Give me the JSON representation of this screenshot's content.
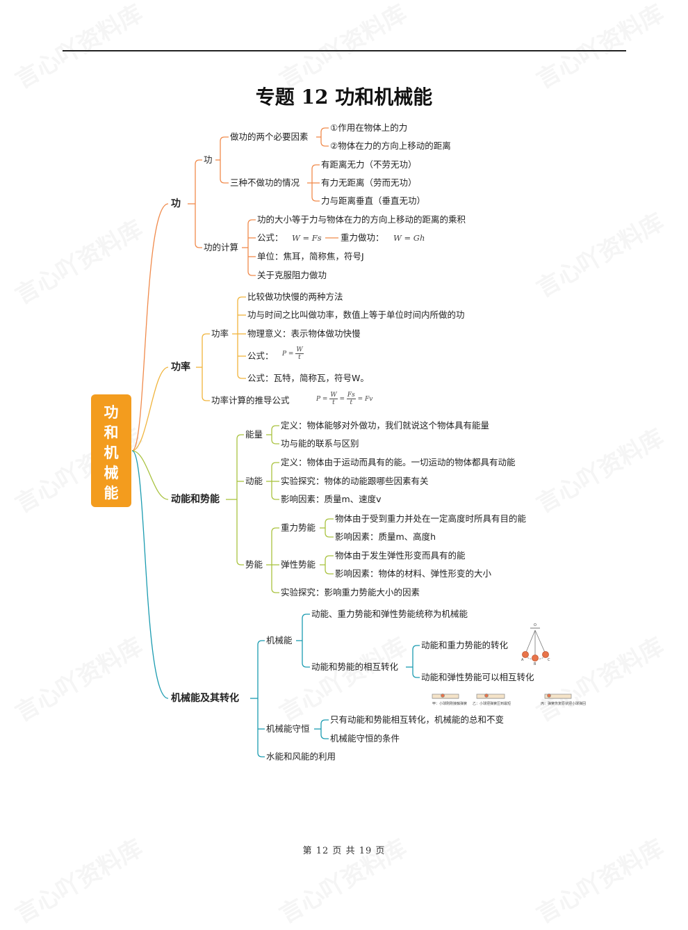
{
  "page_title": "专题 12  功和机械能",
  "root": [
    "功",
    "和",
    "机",
    "械",
    "能"
  ],
  "sec1": {
    "label": "功",
    "gong": "功",
    "two_factors": "做功的两个必要因素",
    "factor1": "①作用在物体上的力",
    "factor2": "②物体在力的方向上移动的距离",
    "three_cases": "三种不做功的情况",
    "case1": "有距离无力（不劳无功）",
    "case2": "有力无距离（劳而无功）",
    "case3": "力与距离垂直（垂直无功）",
    "calc": "功的计算",
    "calc1": "功的大小等于力与物体在力的方向上移动的距离的乘积",
    "formula_label": "公式：",
    "formula": "W = Fs",
    "gravity_label": "重力做功：",
    "gravity_formula": "W = Gh",
    "unit": "单位：焦耳，简称焦，符号J",
    "resist": "关于克服阻力做功"
  },
  "sec2": {
    "label": "功率",
    "power": "功率",
    "p1": "比较做功快慢的两种方法",
    "p2": "功与时间之比叫做功率，数值上等于单位时间内所做的功",
    "p3": "物理意义：表示物体做功快慢",
    "p4_label": "公式：",
    "p4_lhs": "P =",
    "p4_num": "W",
    "p4_den": "t",
    "p5": "公式：瓦特，简称瓦，符号W。",
    "derive": "功率计算的推导公式",
    "d_lhs": "P =",
    "d_n1": "W",
    "d_d1": "t",
    "d_eq": "=",
    "d_n2": "Fs",
    "d_d2": "t",
    "d_rhs": "= Fv"
  },
  "sec3": {
    "label": "动能和势能",
    "energy": "能量",
    "e1": "定义：物体能够对外做功，我们就说这个物体具有能量",
    "e2": "功与能的联系与区别",
    "kinetic": "动能",
    "k1": "定义：物体由于运动而具有的能。一切运动的物体都具有动能",
    "k2": "实验探究：物体的动能跟哪些因素有关",
    "k3": "影响因素：质量m、速度v",
    "potential": "势能",
    "grav": "重力势能",
    "g1": "物体由于受到重力并处在一定高度时所具有目的能",
    "g2": "影响因素：质量m、高度h",
    "elastic": "弹性势能",
    "el1": "物体由于发生弹性形变而具有的能",
    "el2": "影响因素：物体的材料、弹性形变的大小",
    "pot3": "实验探究：影响重力势能大小的因素"
  },
  "sec4": {
    "label": "机械能及其转化",
    "mech": "机械能",
    "m1": "动能、重力势能和弹性势能统称为机械能",
    "m2": "动能和势能的相互转化",
    "m2a": "动能和重力势能的转化",
    "m2b": "动能和弹性势能可以相互转化",
    "cons": "机械能守恒",
    "c1": "只有动能和势能相互转化，机械能的总和不变",
    "c2": "机械能守恒的条件",
    "water": "水能和风能的利用",
    "pend_labels": [
      "O",
      "A",
      "B",
      "C"
    ],
    "cap1": "甲：小球刚刚接触弹簧",
    "cap2": "乙：小球把弹簧压到最短",
    "cap3": "丙：弹簧恢复原状把小球弹回"
  },
  "footer": "第 12 页 共 19 页",
  "watermark": "言心吖资料库",
  "colors": {
    "orange": "#f08a4b",
    "amber": "#f0b43c",
    "green": "#a9c23f",
    "teal": "#1a9bb0",
    "root": "#f39c1e"
  }
}
